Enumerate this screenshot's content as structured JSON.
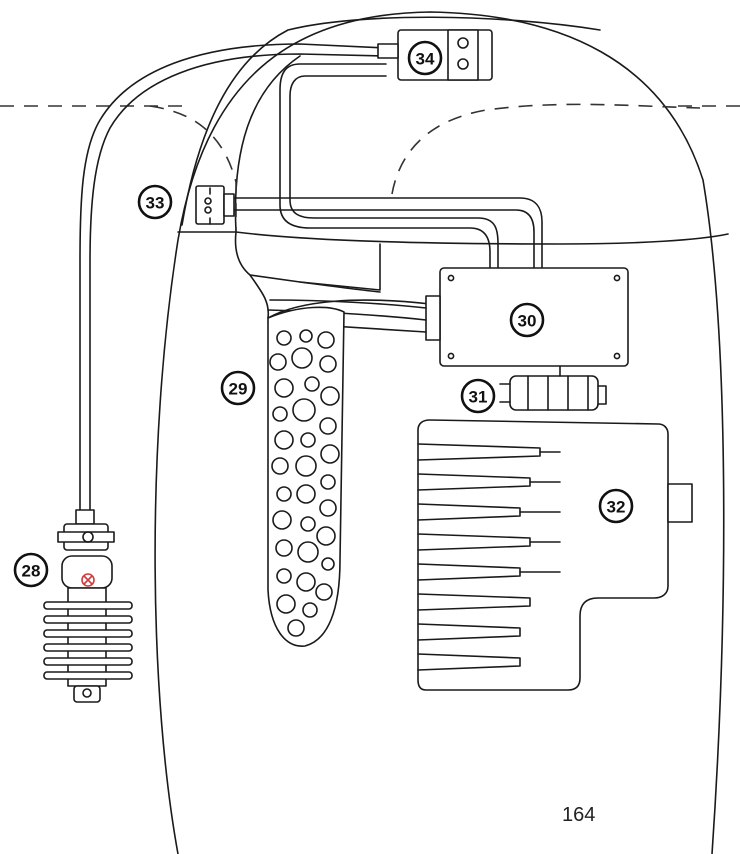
{
  "callouts": [
    {
      "id": "callout-28",
      "label": "28"
    },
    {
      "id": "callout-29",
      "label": "29"
    },
    {
      "id": "callout-30",
      "label": "30"
    },
    {
      "id": "callout-31",
      "label": "31"
    },
    {
      "id": "callout-32",
      "label": "32"
    },
    {
      "id": "callout-33",
      "label": "33"
    },
    {
      "id": "callout-34",
      "label": "34"
    }
  ],
  "page_number": "164",
  "colors": {
    "line": "#1a1a1a",
    "marker_red": "#d23c3c",
    "background": "#ffffff"
  }
}
